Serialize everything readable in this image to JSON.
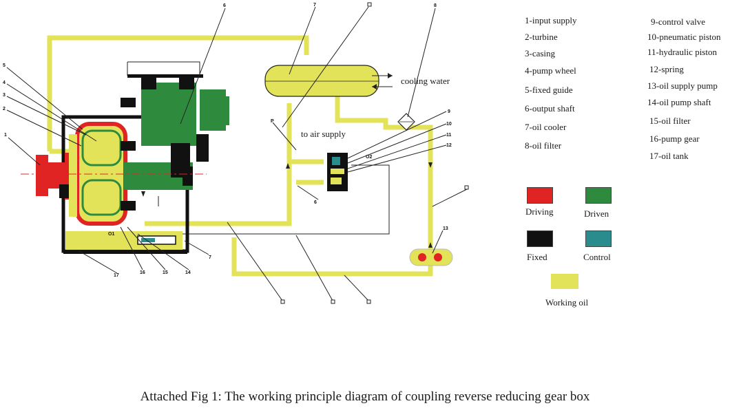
{
  "legend": {
    "col1": [
      "1-input supply",
      "2-turbine",
      "3-casing",
      "4-pump wheel",
      "5-fixed guide",
      "6-output shaft",
      "7-oil cooler",
      "8-oil filter"
    ],
    "col2": [
      "9-control valve",
      "10-pneumatic piston",
      "11-hydraulic piston",
      "12-spring",
      "13-oil supply pump",
      "14-oil pump shaft",
      "15-oil filter",
      "16-pump gear",
      "17-oil tank"
    ]
  },
  "color_key": {
    "driving": {
      "label": "Driving",
      "color": "#e02424"
    },
    "driven": {
      "label": "Driven",
      "color": "#2e8b3e"
    },
    "fixed": {
      "label": "Fixed",
      "color": "#111111"
    },
    "control": {
      "label": "Control",
      "color": "#2a8c8c"
    },
    "working_oil": {
      "label": "Working oil",
      "color": "#e3e35a"
    }
  },
  "labels": {
    "cooling_water": "cooling water",
    "to_air_supply": "to air supply",
    "o1": "O1",
    "o2": "O2"
  },
  "callouts": {
    "n1": "1",
    "n2": "2",
    "n3": "3",
    "n4": "4",
    "n5": "5",
    "n6": "6",
    "n7": "7",
    "n8": "8",
    "n9": "9",
    "n10": "10",
    "n11": "11",
    "n12": "12",
    "n13": "13",
    "n14": "14",
    "n15": "15",
    "n16": "16",
    "n17": "17",
    "n7b": "7",
    "nP": "P",
    "n6b": "6"
  },
  "caption": "Attached Fig 1: The working principle diagram of coupling reverse reducing gear box"
}
